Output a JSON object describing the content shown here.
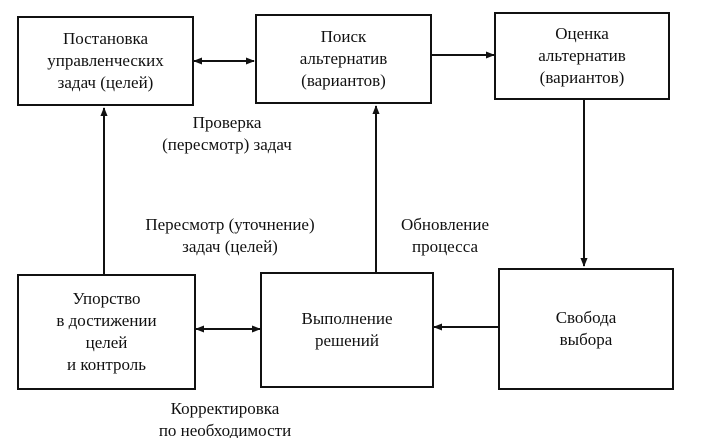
{
  "colors": {
    "ink": "#111111",
    "background": "#ffffff"
  },
  "nodes": {
    "task_setting": "Постановка\nуправленческих\nзадач (целей)",
    "search_alternatives": "Поиск\nальтернатив\n(вариантов)",
    "evaluate_alternatives": "Оценка\nальтернатив\n(вариантов)",
    "freedom_of_choice": "Свобода\nвыбора",
    "execution": "Выполнение\nрешений",
    "persistence_control": "Упорство\nв достижении\nцелей\nи контроль"
  },
  "labels": {
    "check_revision": "Проверка\n(пересмотр) задач",
    "revision_clarification": "Пересмотр (уточнение)\nзадач (целей)",
    "process_update": "Обновление\nпроцесса",
    "correction": "Корректировка\nпо необходимости"
  },
  "edges": [
    {
      "from": "task_setting",
      "to": "search_alternatives",
      "direction": "both"
    },
    {
      "from": "search_alternatives",
      "to": "evaluate_alternatives",
      "direction": "forward"
    },
    {
      "from": "evaluate_alternatives",
      "to": "freedom_of_choice",
      "direction": "forward"
    },
    {
      "from": "freedom_of_choice",
      "to": "execution",
      "direction": "forward"
    },
    {
      "from": "execution",
      "to": "persistence_control",
      "direction": "both"
    },
    {
      "from": "execution",
      "to": "search_alternatives",
      "direction": "forward"
    },
    {
      "from": "persistence_control",
      "to": "task_setting",
      "direction": "forward"
    }
  ]
}
